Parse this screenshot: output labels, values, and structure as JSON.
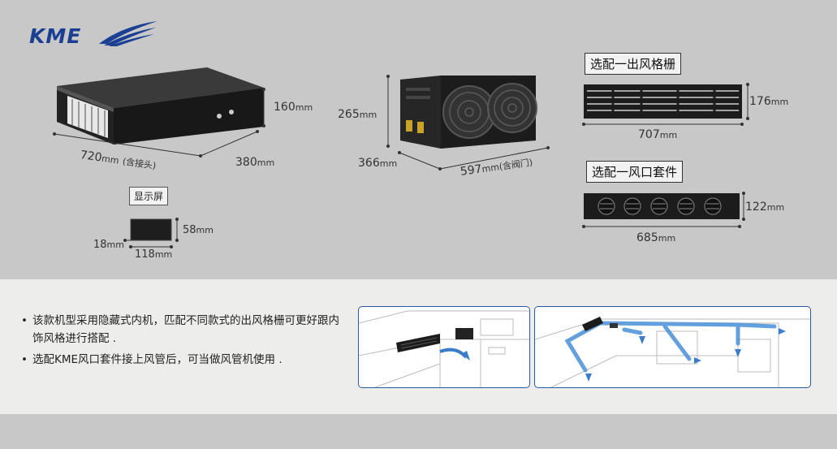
{
  "brand": {
    "logo_text": "KME"
  },
  "products": {
    "main_unit": {
      "width": "720",
      "width_note": "(含接头)",
      "depth": "380",
      "height": "160"
    },
    "condenser": {
      "height": "265",
      "depth": "366",
      "width": "597",
      "width_note": "(含阀门)"
    },
    "display": {
      "label": "显示屏",
      "depth": "18",
      "width": "118",
      "height": "58"
    },
    "grille": {
      "label": "选配一出风格栅",
      "width": "707",
      "height": "176"
    },
    "vent_kit": {
      "label": "选配一风口套件",
      "width": "685",
      "height": "122"
    },
    "unit": "mm"
  },
  "description": {
    "bullets": [
      "该款机型采用隐藏式内机，匹配不同款式的出风格栅可更好跟内饰风格进行搭配 .",
      "选配KME风口套件接上风管后，可当做风管机使用 ."
    ]
  },
  "colors": {
    "brand_blue": "#1a3f93",
    "duct_blue": "#4a90d9",
    "panel_border": "#2a58a8"
  }
}
